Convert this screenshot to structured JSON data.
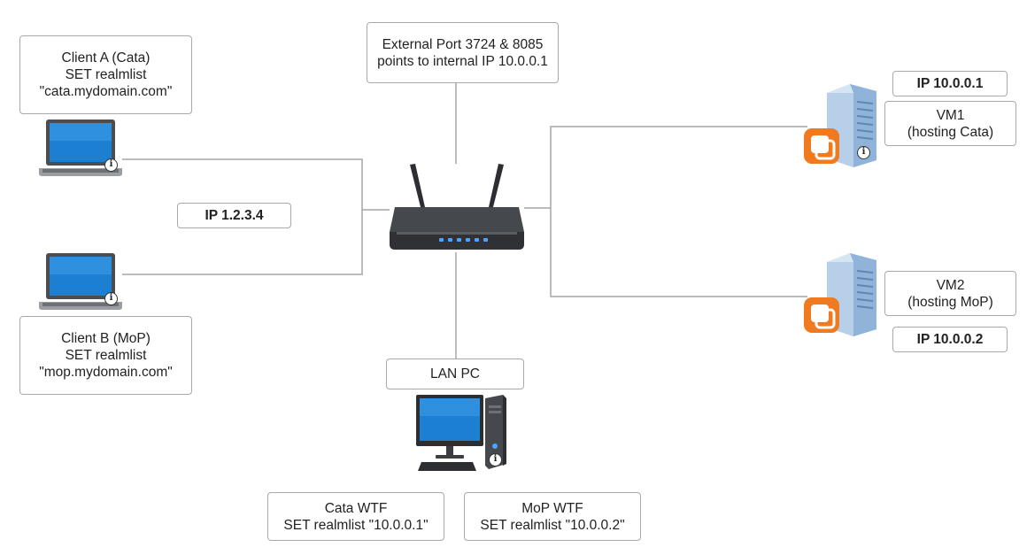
{
  "nodes": {
    "client_a": {
      "lines": [
        "Client A (Cata)",
        "SET realmlist",
        "\"cata.mydomain.com\""
      ],
      "icon": "laptop-icon"
    },
    "client_b": {
      "lines": [
        "Client B (MoP)",
        "SET realmlist",
        "\"mop.mydomain.com\""
      ],
      "icon": "laptop-icon"
    },
    "public_ip": {
      "label": "IP 1.2.3.4"
    },
    "port_forward": {
      "lines": [
        "External Port 3724 & 8085",
        "points to internal IP 10.0.0.1"
      ]
    },
    "router": {
      "icon": "router-icon"
    },
    "vm1": {
      "ip": "IP 10.0.0.1",
      "lines": [
        "VM1",
        "(hosting Cata)"
      ],
      "icon": "server-vm-icon"
    },
    "vm2": {
      "ip": "IP 10.0.0.2",
      "lines": [
        "VM2",
        "(hosting MoP)"
      ],
      "icon": "server-vm-icon"
    },
    "lan_pc": {
      "label": "LAN PC",
      "icon": "desktop-pc-icon"
    },
    "cata_wtf": {
      "lines": [
        "Cata WTF",
        "SET realmlist \"10.0.0.1\""
      ]
    },
    "mop_wtf": {
      "lines": [
        "MoP WTF",
        "SET realmlist \"10.0.0.2\""
      ]
    }
  },
  "info_glyph": "i",
  "colors": {
    "line": "#a6a6a6",
    "box_border": "#a9a9a9",
    "server_blue": "#8fb3d9",
    "vm_orange": "#f07a1f",
    "router_dark": "#3b3d40",
    "router_led": "#4da3ff",
    "screen_blue": "#1d7fd1"
  }
}
